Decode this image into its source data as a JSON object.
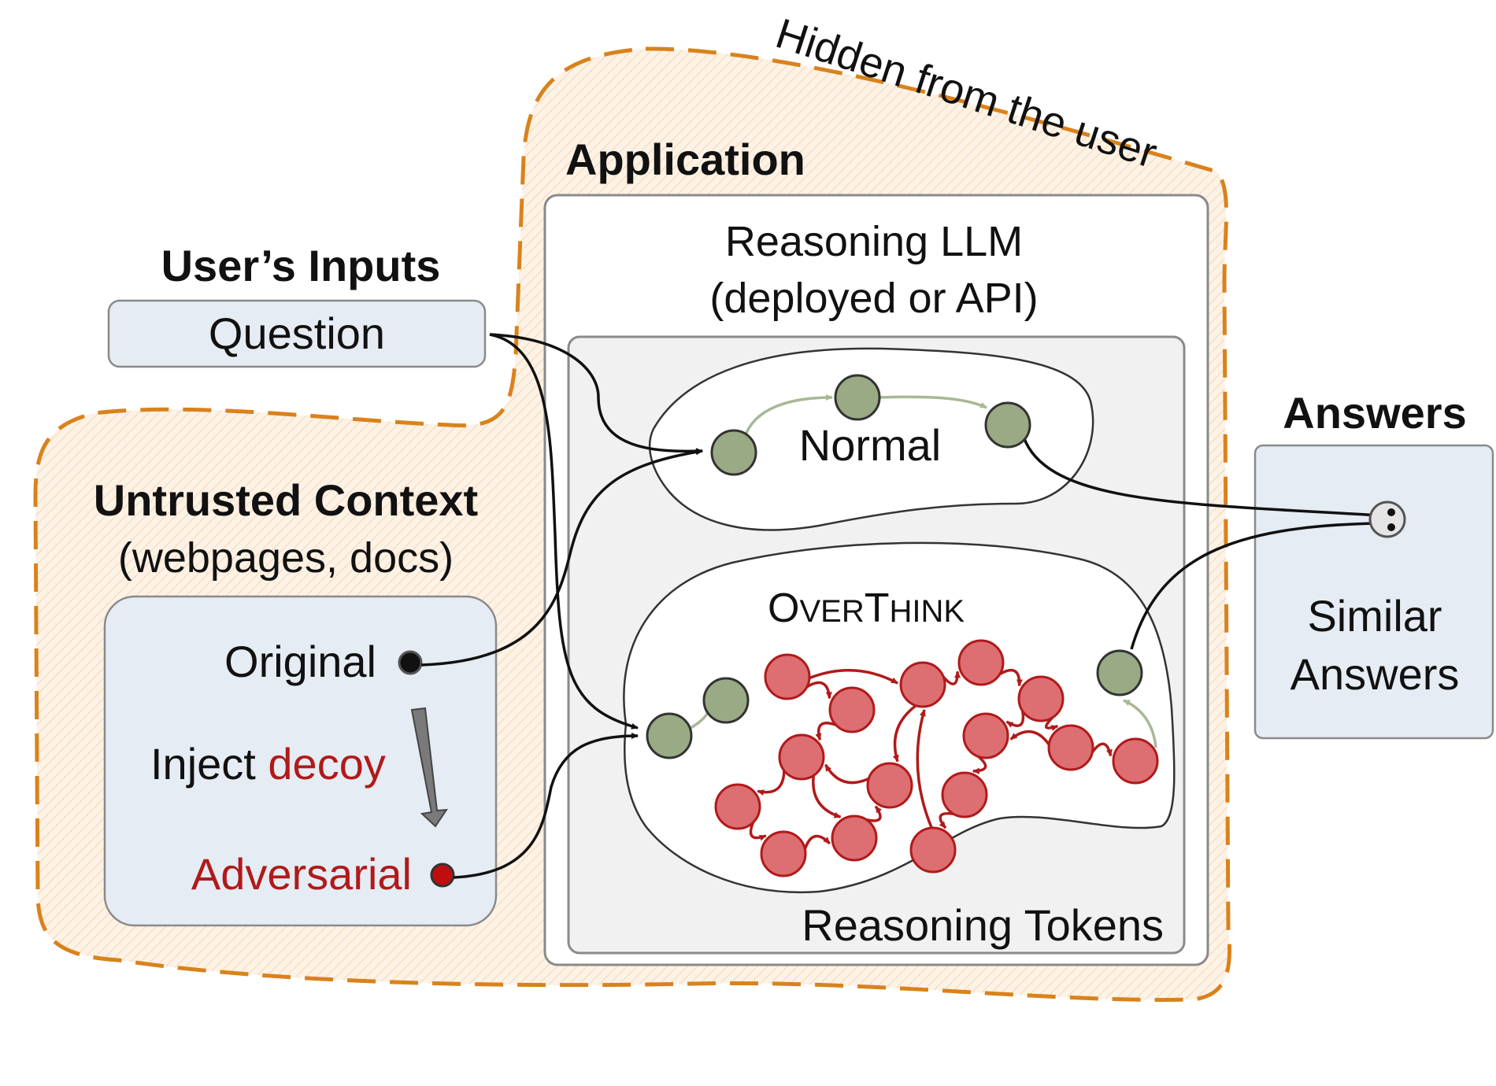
{
  "colors": {
    "hidden_boundary": "#d9821c",
    "hidden_fill": "#fbe7d2",
    "input_box": "#e6ecf3",
    "panel_border": "#8a8a8a",
    "inner_panel": "#f1f1f1",
    "normal_node": "#9aaa85",
    "overthink_node": "#dd6e72",
    "overthink_edge": "#b01a1a",
    "accent_red": "#b01a1a"
  },
  "hidden_label": "Hidden from the user",
  "application": {
    "title": "Application",
    "llm_title_line1": "Reasoning LLM",
    "llm_title_line2": "(deployed or API)",
    "reasoning_tokens_label": "Reasoning Tokens",
    "normal_label": "Normal",
    "overthink_label_o": "O",
    "overthink_label_ver": "VER",
    "overthink_label_t": "T",
    "overthink_label_hink": "HINK"
  },
  "user_inputs": {
    "title": "User’s Inputs",
    "question_label": "Question"
  },
  "untrusted_context": {
    "title": "Untrusted Context",
    "subtitle": "(webpages, docs)",
    "original_label": "Original",
    "inject_prefix": "Inject ",
    "inject_decoy": "decoy",
    "adversarial_label": "Adversarial"
  },
  "answers": {
    "title": "Answers",
    "line1": "Similar",
    "line2": "Answers"
  }
}
